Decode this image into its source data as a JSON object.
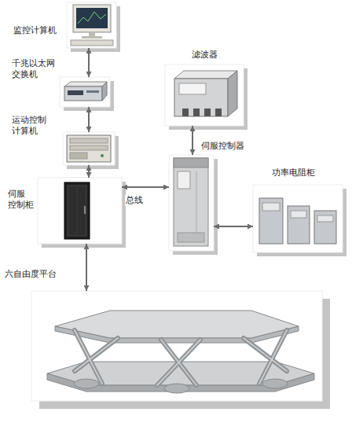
{
  "diagram": {
    "nodes": [
      {
        "text": [
          "监控计算机"
        ]
      },
      {
        "text": [
          "千兆以太网 交换机"
        ]
      },
      {
        "text": [
          "运动控制 计算机"
        ]
      },
      {
        "text": [
          "伺服 控制柜"
        ]
      },
      {
        "text": [
          "伺服控制器"
        ]
      },
      {
        "text": [
          "滤波器"
        ]
      },
      {
        "text": [
          "功率电阻柜"
        ]
      },
      {
        "text": [
          "六自由度平台"
        ]
      }
    ],
    "edges": [
      {
        "from": 0,
        "to": 1,
        "arrow": "both"
      },
      {
        "from": 1,
        "to": 2,
        "arrow": "both"
      },
      {
        "from": 2,
        "to": 3,
        "arrow": "both"
      },
      {
        "from": 3,
        "to": 4,
        "label": "总线",
        "arrow": "both"
      },
      {
        "from": 4,
        "to": 5,
        "arrow": "both"
      },
      {
        "from": 4,
        "to": 6,
        "arrow": "both"
      },
      {
        "from": 3,
        "to": 7,
        "arrow": "both"
      }
    ]
  }
}
